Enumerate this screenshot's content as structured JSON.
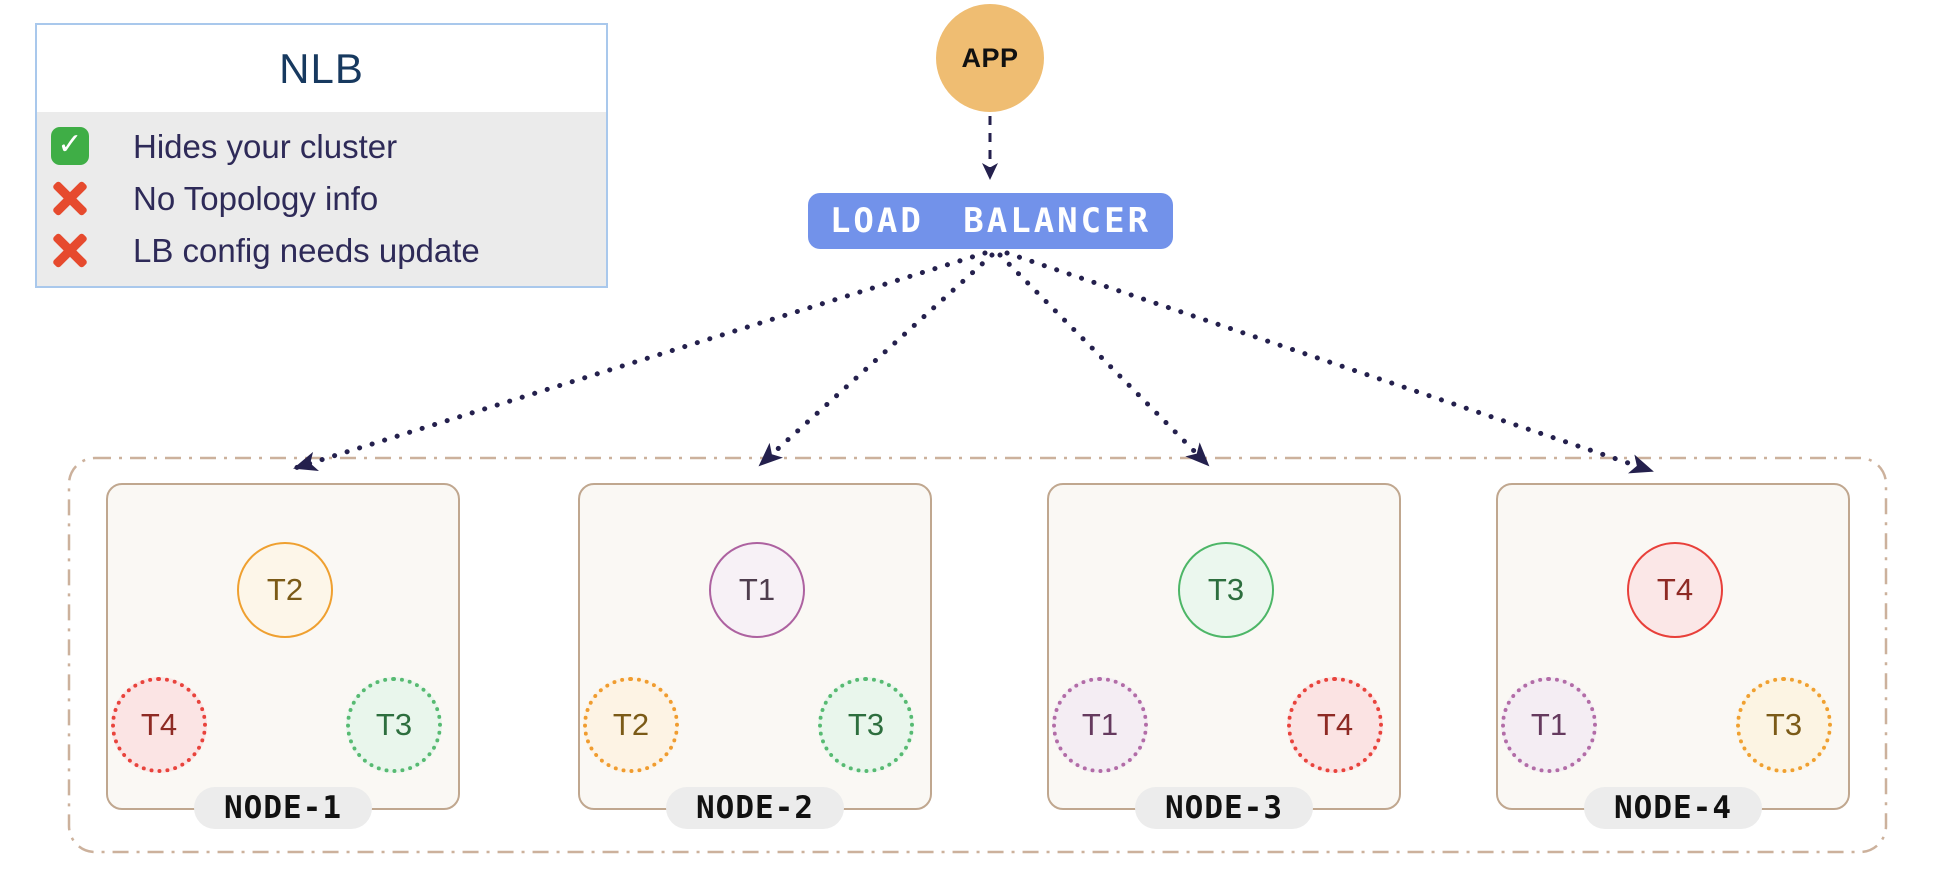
{
  "legend": {
    "title": "NLB",
    "items": [
      {
        "icon": "check-icon",
        "text": "Hides your cluster"
      },
      {
        "icon": "cross-icon",
        "text": "No Topology info"
      },
      {
        "icon": "cross-icon",
        "text": "LB config needs update"
      }
    ]
  },
  "app": {
    "label": "APP"
  },
  "load_balancer": {
    "label": "LOAD BALANCER"
  },
  "cluster": {
    "nodes": [
      {
        "name": "NODE-1",
        "tasks": [
          {
            "label": "T2",
            "position": "top",
            "style": "solid",
            "fill": "#fdf6e9",
            "border": "#efa030",
            "text_color": "#7b5a17"
          },
          {
            "label": "T4",
            "position": "bottom-left",
            "style": "dotted",
            "fill": "#fbe4e4",
            "border": "#e8433c",
            "text_color": "#8e2a24"
          },
          {
            "label": "T3",
            "position": "bottom-right",
            "style": "dotted",
            "fill": "#e9f6ec",
            "border": "#57ba72",
            "text_color": "#2d6e3e"
          }
        ]
      },
      {
        "name": "NODE-2",
        "tasks": [
          {
            "label": "T1",
            "position": "top",
            "style": "solid",
            "fill": "#f7f1f6",
            "border": "#ad62a0",
            "text_color": "#4e3d4d"
          },
          {
            "label": "T2",
            "position": "bottom-left",
            "style": "dotted",
            "fill": "#fdf3e4",
            "border": "#f09c2f",
            "text_color": "#7b5a17"
          },
          {
            "label": "T3",
            "position": "bottom-right",
            "style": "dotted",
            "fill": "#e9f6ec",
            "border": "#57ba72",
            "text_color": "#2d6e3e"
          }
        ]
      },
      {
        "name": "NODE-3",
        "tasks": [
          {
            "label": "T3",
            "position": "top",
            "style": "solid",
            "fill": "#ebf7ee",
            "border": "#4db667",
            "text_color": "#2d6e3e"
          },
          {
            "label": "T1",
            "position": "bottom-left",
            "style": "dotted",
            "fill": "#f4edf3",
            "border": "#b26ca7",
            "text_color": "#653a5e"
          },
          {
            "label": "T4",
            "position": "bottom-right",
            "style": "dotted",
            "fill": "#fbe3e3",
            "border": "#e8433c",
            "text_color": "#8e2a24"
          }
        ]
      },
      {
        "name": "NODE-4",
        "tasks": [
          {
            "label": "T4",
            "position": "top",
            "style": "solid",
            "fill": "#fbe7e7",
            "border": "#e8403a",
            "text_color": "#8e2a24"
          },
          {
            "label": "T1",
            "position": "bottom-left",
            "style": "dotted",
            "fill": "#f4edf3",
            "border": "#b26ca7",
            "text_color": "#653a5e"
          },
          {
            "label": "T3",
            "position": "bottom-right",
            "style": "dotted",
            "fill": "#fcf4e3",
            "border": "#f0a030",
            "text_color": "#7b5a17"
          }
        ]
      }
    ]
  },
  "colors": {
    "connector": "#24204d",
    "cluster_border": "#ccb19c",
    "node_border": "#c0a78f",
    "node_fill": "#faf8f4",
    "pill_bg": "#ececec",
    "lb_fill": "#7292ea",
    "lb_text": "#ffffff",
    "app_fill": "#efbd72",
    "legend_border": "#a9c8ec",
    "legend_body_bg": "#ebebeb",
    "legend_title_color": "#17395f",
    "legend_text_color": "#2e2a58",
    "check_green": "#3fae46",
    "cross_red": "#e64a2e"
  }
}
